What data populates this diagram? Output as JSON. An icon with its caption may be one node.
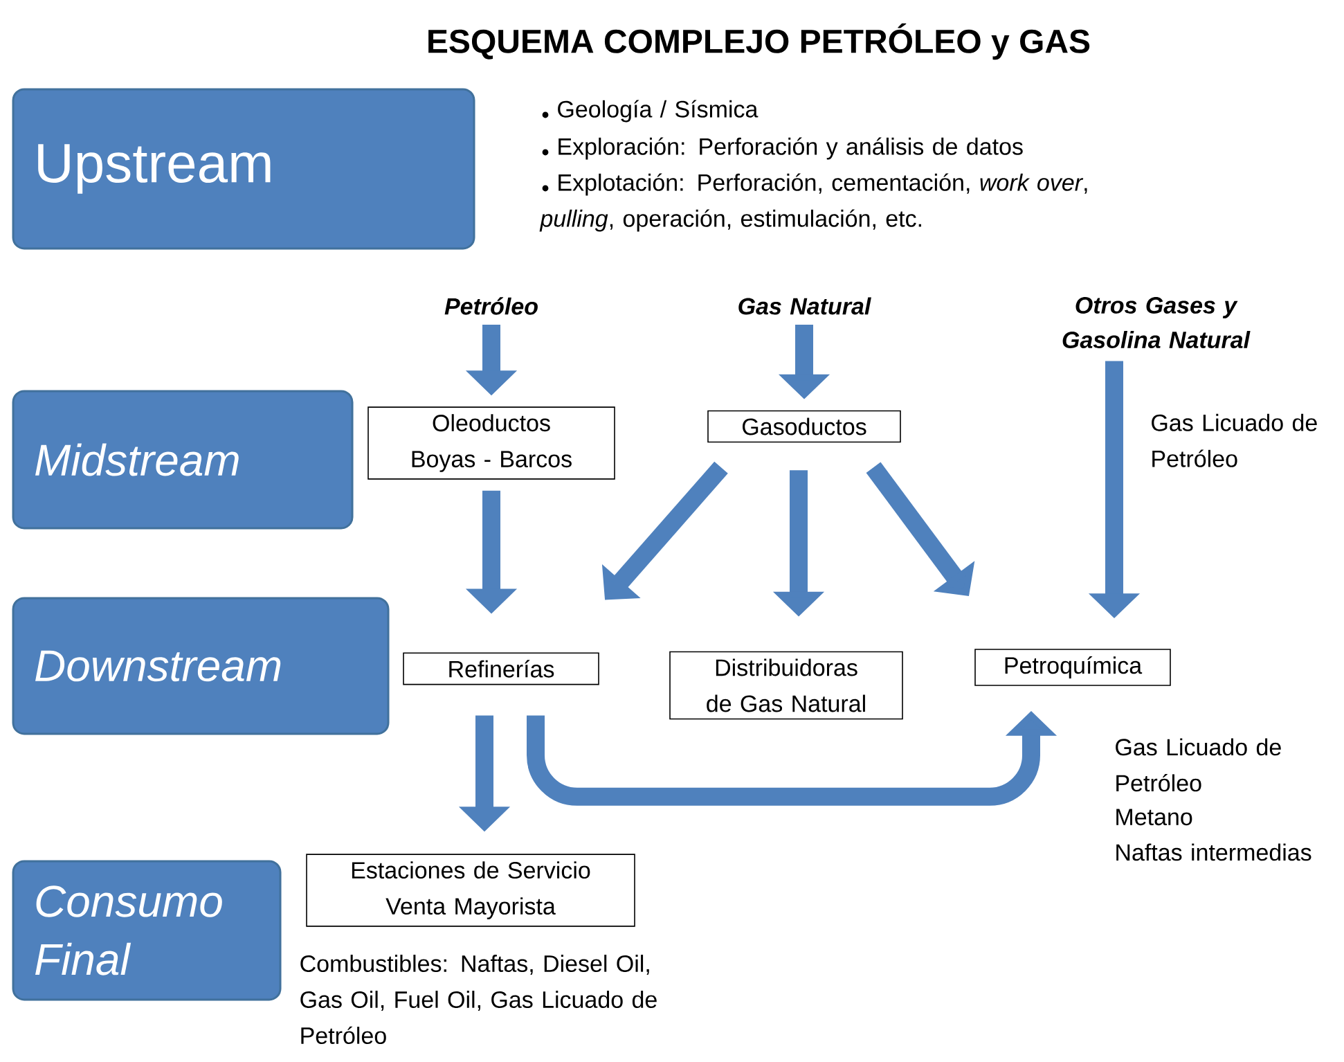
{
  "diagram": {
    "title": "ESQUEMA COMPLEJO PETRÓLEO y GAS",
    "nodes": [
      {
        "text": [
          "Upstream"
        ]
      },
      {
        "text": [
          "Midstream"
        ]
      },
      {
        "text": [
          "Downstream"
        ]
      },
      {
        "text": [
          "Consumo Final"
        ]
      },
      {
        "text": [
          "Petróleo"
        ]
      },
      {
        "text": [
          "Gas Natural"
        ]
      },
      {
        "text": [
          "Otros Gases y Gasolina Natural"
        ]
      },
      {
        "text": [
          "Oleoductos Boyas - Barcos"
        ]
      },
      {
        "text": [
          "Gasoductos"
        ]
      },
      {
        "text": [
          "Refinerías"
        ]
      },
      {
        "text": [
          "Distribuidoras de Gas Natural"
        ]
      },
      {
        "text": [
          "Petroquímica"
        ]
      },
      {
        "text": [
          "Estaciones de Servicio Venta Mayorista"
        ],
        "beside": [
          "Combustibles: Naftas, Diesel Oil, Gas Oil, Fuel Oil, Gas Licuado de Petróleo"
        ]
      }
    ],
    "edges": [
      {
        "from": 4,
        "to": 7,
        "arrow": "to"
      },
      {
        "from": 5,
        "to": 8,
        "arrow": "to"
      },
      {
        "from": 7,
        "to": 9,
        "arrow": "to"
      },
      {
        "from": 8,
        "to": 9,
        "arrow": "to"
      },
      {
        "from": 8,
        "to": 10,
        "arrow": "to"
      },
      {
        "from": 8,
        "to": 11,
        "arrow": "to"
      },
      {
        "from": 6,
        "to": 11,
        "arrow": "to",
        "label": "Gas Licuado de Petróleo"
      },
      {
        "from": 9,
        "to": 12,
        "arrow": "to"
      },
      {
        "from": 9,
        "to": 11,
        "arrow": "to"
      }
    ],
    "labels": [
      "Geología / Sísmica",
      "Exploración: Perforación y análisis de datos",
      "Explotación: Perforación, cementación, *work over*, *pulling*, operación, estimulación, etc.",
      "Gas Licuado de Petróleo",
      "Metano",
      "Naftas intermedias"
    ]
  }
}
